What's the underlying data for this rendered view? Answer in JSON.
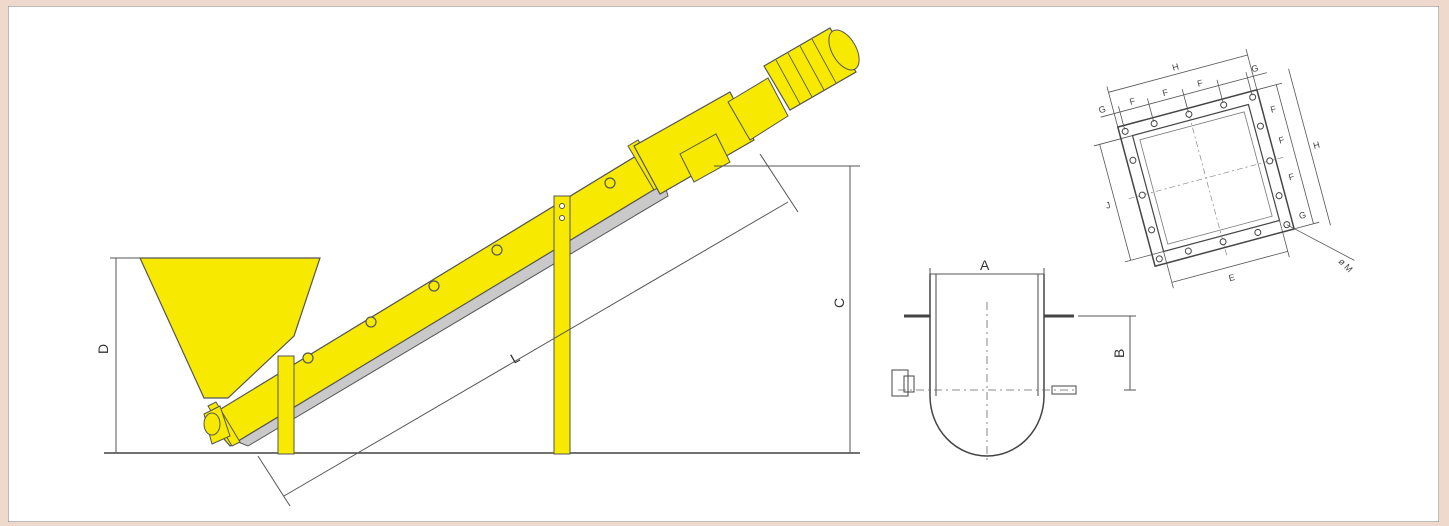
{
  "colors": {
    "border": "#efd9cc",
    "paper": "#ffffff",
    "machine": "#f7ea00",
    "trough": "#c9c9c9",
    "line": "#444444",
    "dim": "#555555"
  },
  "side_view": {
    "dim_D": "D",
    "dim_L": "L",
    "dim_C": "C"
  },
  "cross_section": {
    "dim_A": "A",
    "dim_B": "B"
  },
  "flange_view": {
    "dim_H_top": "H",
    "dim_G_left": "G",
    "dim_F_1": "F",
    "dim_F_2": "F",
    "dim_F_3": "F",
    "dim_G_right": "G",
    "dim_H_right": "H",
    "dim_F_r1": "F",
    "dim_F_r2": "F",
    "dim_F_r3": "F",
    "dim_G_r": "G",
    "dim_J": "J",
    "dim_E": "E",
    "dim_M": "ø M"
  }
}
